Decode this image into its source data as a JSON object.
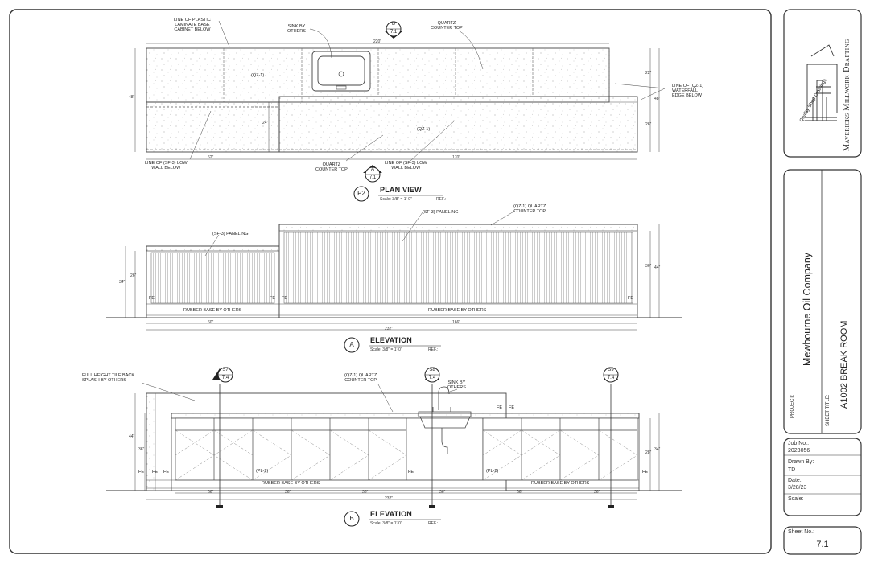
{
  "titleblock": {
    "company": "Mavericks Millwork Drafting",
    "tagline": "Quality Shop Drawings",
    "project_label": "PROJECT:",
    "project_name": "Mewbourne Oil Company",
    "sheet_title_label": "SHEET TITLE:",
    "sheet_title": "A1002 BREAK ROOM",
    "job_no_label": "Job No.:",
    "job_no": "2023056",
    "drawn_by_label": "Drawn By:",
    "drawn_by": "TD",
    "date_label": "Date:",
    "date": "3/28/23",
    "scale_label": "Scale:",
    "sheet_no_label": "Sheet No.:",
    "sheet_no": "7.1"
  },
  "plan": {
    "title": "PLAN VIEW",
    "id": "P2",
    "scale": "Scale: 3/8\" = 1'-0\"",
    "ref": "REF.:",
    "marker_b": {
      "letter": "B",
      "sheet": "7.1"
    },
    "marker_a": {
      "letter": "A",
      "sheet": "7.1"
    },
    "notes": {
      "plastic_laminate": "LINE OF PLASTIC\nLAMINATE BASE\nCABINET BELOW",
      "sink": "SINK BY\nOTHERS",
      "quartz_top_1": "QUARTZ\nCOUNTER TOP",
      "waterfall": "LINE OF (QZ-1)\nWATERFALL\nEDGE BELOW",
      "low_wall_left": "LINE OF (SF-3) LOW\nWALL BELOW",
      "quartz_top_2": "QUARTZ\nCOUNTER TOP",
      "low_wall_right": "LINE OF (SF-3) LOW\nWALL BELOW",
      "qz_upper": "(QZ-1)",
      "qz_lower": "(QZ-1)"
    },
    "dims": {
      "top": "220\"",
      "left_total": "48\"",
      "left_inner": "24\"",
      "bottom_left": "62\"",
      "bottom_right": "170\"",
      "right_22": "22\"",
      "right_48": "48\"",
      "right_26": "26\""
    }
  },
  "elev_a": {
    "title": "ELEVATION",
    "id": "A",
    "scale": "Scale: 3/8\" = 1'-0\"",
    "ref": "REF.:",
    "notes": {
      "paneling_left": "(SF-3) PANELING",
      "paneling_right": "(SF-3) PANELING",
      "quartz_top": "(QZ-1) QUARTZ\nCOUNTER TOP",
      "base_left": "RUBBER BASE BY OTHERS",
      "base_right": "RUBBER BASE BY OTHERS",
      "fe": "FE"
    },
    "dims": {
      "left_34": "34\"",
      "left_26": "26\"",
      "right_36": "36\"",
      "right_44": "44\"",
      "bottom_60": "60\"",
      "bottom_166": "166\"",
      "total": "232\""
    }
  },
  "elev_b": {
    "title": "ELEVATION",
    "id": "B",
    "scale": "Scale: 3/8\" = 1'-0\"",
    "ref": "REF.:",
    "sections": [
      {
        "letter": "S7",
        "sheet": "7.4"
      },
      {
        "letter": "S8",
        "sheet": "7.4"
      },
      {
        "letter": "S9",
        "sheet": "7.4"
      }
    ],
    "notes": {
      "tile": "FULL HEIGHT TILE BACK\nSPLASH BY OTHERS",
      "quartz_top": "(QZ-1) QUARTZ\nCOUNTER TOP",
      "sink": "SINK BY\nOTHERS",
      "pl_left": "(PL-2)",
      "pl_right": "(PL-2)",
      "base_left": "RUBBER BASE BY OTHERS",
      "base_right": "RUBBER BASE BY OTHERS",
      "fe": "FE"
    },
    "dims": {
      "left_44": "44\"",
      "left_36": "36\"",
      "right_34": "34\"",
      "right_28": "28\"",
      "seg_36": "36\"",
      "total": "232\""
    }
  }
}
